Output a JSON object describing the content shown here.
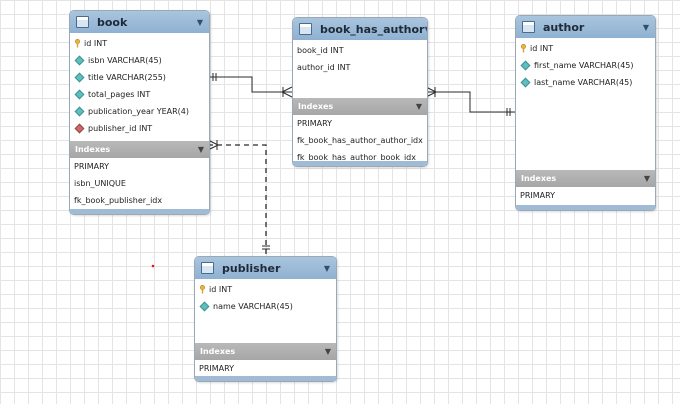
{
  "colors": {
    "header": "#9ebcd9",
    "indexes_header": "#b0b0b0",
    "link_line": "#2b2b2b",
    "column_marker": "#5fbfc0",
    "foreign_key_marker": "#c96a6a",
    "primary_key_icon": "#e8b43a",
    "stray_dot": "#ee1111"
  },
  "tables": {
    "book": {
      "name": "book",
      "columns": [
        {
          "text": "id INT",
          "icon": "primary-key-icon"
        },
        {
          "text": "isbn VARCHAR(45)",
          "icon": "column-diamond-icon"
        },
        {
          "text": "title VARCHAR(255)",
          "icon": "column-diamond-icon"
        },
        {
          "text": "total_pages INT",
          "icon": "column-diamond-icon"
        },
        {
          "text": "publication_year YEAR(4)",
          "icon": "column-diamond-icon"
        },
        {
          "text": "publisher_id INT",
          "icon": "foreign-key-diamond-icon"
        }
      ],
      "indexes_label": "Indexes",
      "indexes": [
        "PRIMARY",
        "isbn_UNIQUE",
        "fk_book_publisher_idx"
      ]
    },
    "book_has_author": {
      "name": "book_has_author",
      "columns": [
        {
          "text": "book_id INT",
          "icon": "none"
        },
        {
          "text": "author_id INT",
          "icon": "none"
        }
      ],
      "indexes_label": "Indexes",
      "indexes": [
        "PRIMARY",
        "fk_book_has_author_author_idx",
        "fk_book_has_author_book_idx"
      ]
    },
    "author": {
      "name": "author",
      "columns": [
        {
          "text": "id INT",
          "icon": "primary-key-icon"
        },
        {
          "text": "first_name VARCHAR(45)",
          "icon": "column-diamond-icon"
        },
        {
          "text": "last_name VARCHAR(45)",
          "icon": "column-diamond-icon"
        }
      ],
      "indexes_label": "Indexes",
      "indexes": [
        "PRIMARY"
      ]
    },
    "publisher": {
      "name": "publisher",
      "columns": [
        {
          "text": "id INT",
          "icon": "primary-key-icon"
        },
        {
          "text": "name VARCHAR(45)",
          "icon": "column-diamond-icon"
        }
      ],
      "indexes_label": "Indexes",
      "indexes": [
        "PRIMARY"
      ]
    }
  },
  "relationships": [
    {
      "from": "book",
      "to": "book_has_author",
      "style": "solid",
      "from_end": "one",
      "to_end": "many"
    },
    {
      "from": "author",
      "to": "book_has_author",
      "style": "solid",
      "from_end": "one",
      "to_end": "many"
    },
    {
      "from": "publisher",
      "to": "book",
      "style": "dashed",
      "from_end": "one",
      "to_end": "many"
    }
  ]
}
